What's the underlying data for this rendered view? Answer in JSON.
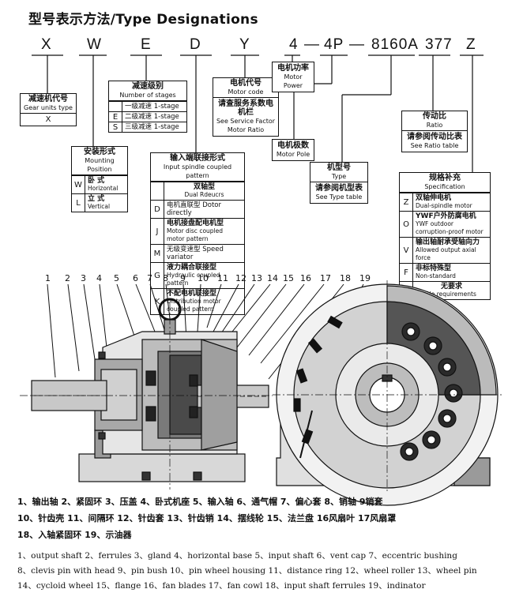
{
  "title": "型号表示方法/Type Designations",
  "codes": [
    "X",
    "W",
    "E",
    "D",
    "Y",
    "4",
    "—",
    "4P",
    "—",
    "8160A",
    "377",
    "Z"
  ],
  "boxes": {
    "gear_units": {
      "zh": "减速机代号",
      "en": "Gear units type",
      "value": "X"
    },
    "stages": {
      "zh": "减速级别",
      "en": "Number of stages",
      "rows": [
        {
          "k": "",
          "zh": "一级减速",
          "en": "1-stage"
        },
        {
          "k": "E",
          "zh": "二级减速",
          "en": "1-stage"
        },
        {
          "k": "S",
          "zh": "三级减速",
          "en": "1-stage"
        }
      ]
    },
    "motor_code": {
      "zh": "电机代号",
      "en": "Motor code",
      "zh2": "请查服务系数电机栏",
      "en2": "See Service Factor Motor Ratio"
    },
    "motor_power": {
      "zh": "电机功率",
      "en": "Motor Power"
    },
    "mounting": {
      "zh": "安装形式",
      "en": "Mounting Position",
      "rows": [
        {
          "k": "W",
          "zh": "卧  式",
          "en": "Horizontal"
        },
        {
          "k": "L",
          "zh": "立  式",
          "en": "Vertical"
        }
      ]
    },
    "input": {
      "zh": "输入端联接形式",
      "en": "Input spindle coupled pattern",
      "rows": [
        {
          "k": "",
          "zh": "双轴型",
          "en": "Dual Rdeucrs"
        },
        {
          "k": "D",
          "zh": "电机直联型",
          "en": "Dotor directly"
        },
        {
          "k": "J",
          "zh": "电机接盘配电机型",
          "en": "Motor disc coupled motor pattern"
        },
        {
          "k": "M",
          "zh": "无级变速型",
          "en": "Speed variator"
        },
        {
          "k": "G",
          "zh": "液力耦合联接型",
          "en": "Hydraulic coupled pattern"
        },
        {
          "k": "K",
          "zh": "不配电机联接型",
          "en": "Distribution motor coupled pattern"
        }
      ]
    },
    "motor_pole": {
      "zh": "电机极数",
      "en": "Motor Pole"
    },
    "type": {
      "zh": "机型号",
      "en": "Type",
      "zh2": "请参阅机型表",
      "en2": "See Type table"
    },
    "ratio": {
      "zh": "传动比",
      "en": "Ratio",
      "zh2": "请参阅传动比表",
      "en2": "See Ratio table"
    },
    "spec": {
      "zh": "规格补充",
      "en": "Specification",
      "rows": [
        {
          "k": "Z",
          "zh": "双轴伸电机",
          "en": "Dual-spindle motor"
        },
        {
          "k": "O",
          "zh": "YWF户外防腐电机",
          "en": "YWF outdoor corruption-proof motor"
        },
        {
          "k": "V",
          "zh": "输出轴耐承受轴向力",
          "en": "Allowed output axial force"
        },
        {
          "k": "F",
          "zh": "非标特殊型",
          "en": "Non-standard"
        },
        {
          "k": "",
          "zh": "无要求",
          "en": "No requirements"
        }
      ]
    }
  },
  "part_numbers": [
    "1",
    "2",
    "3",
    "4",
    "5",
    "6",
    "7",
    "8",
    "9",
    "10",
    "11",
    "12",
    "13",
    "14",
    "15",
    "16",
    "17",
    "18",
    "19"
  ],
  "legend_zh": [
    "1、输出轴   2、紧固环   3、压盖   4、卧式机座   5、输入轴   6、通气帽   7、偏心套   8、销轴   9销套",
    "10、针齿壳   11、间隔环   12、针齿套   13、针齿销   14、摆线轮   15、法兰盘   16风扇叶   17风扇罩",
    "18、入轴紧固环   19、示油器"
  ],
  "legend_en": [
    "1、output shaft  2、ferrules  3、gland  4、horizontal base  5、input shaft  6、vent cap  7、eccentric bushing",
    "8、clevis pin with head  9、pin bush  10、pin wheel housing  11、distance ring  12、wheel roller  13、wheel pin",
    "14、cycloid wheel  15、flange  16、fan blades  17、fan cowl  18、input shaft ferrules  19、indinator"
  ],
  "colors": {
    "line": "#111111",
    "shade": "#9a9a9a",
    "dark": "#3a3a3a"
  }
}
